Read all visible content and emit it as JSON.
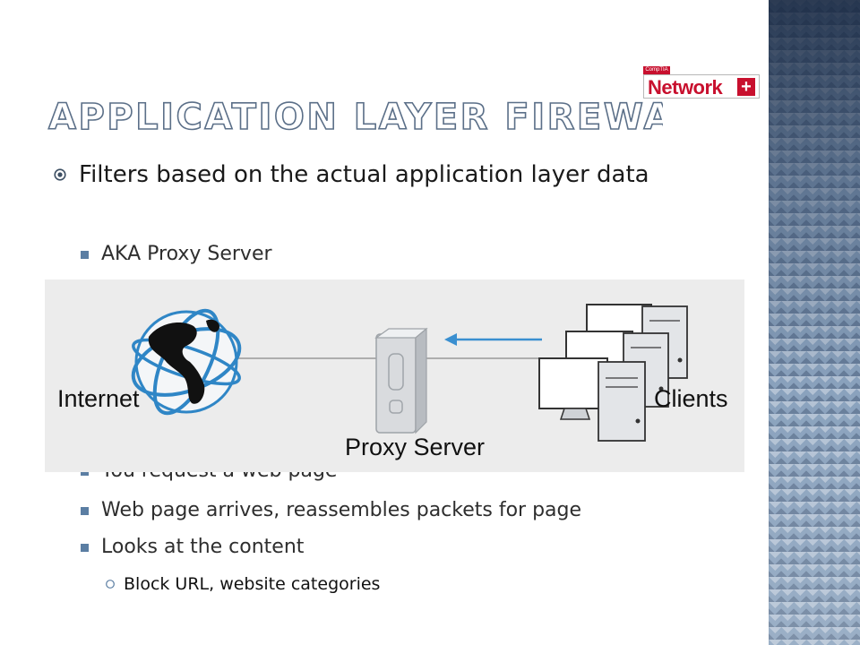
{
  "slide": {
    "title": "APPLICATION LAYER FIREWALL",
    "logo": {
      "tag": "CompTIA",
      "word": "Network",
      "plus": "+"
    },
    "bullets": [
      {
        "text": "Filters based on the actual application layer data",
        "sub": [
          {
            "text": "AKA Proxy Server"
          },
          {
            "text": "You request a web page"
          },
          {
            "text": "Web page arrives, reassembles packets for page"
          },
          {
            "text": "Looks at the content",
            "sub": [
              {
                "text": "Block URL, website categories"
              }
            ]
          }
        ]
      }
    ],
    "diagram": {
      "labels": {
        "internet": "Internet",
        "proxy": "Proxy Server",
        "clients": "Clients"
      }
    }
  },
  "colors": {
    "title_fill": "#ffffff",
    "title_stroke": "#5b6f88",
    "accent": "#5b7ea3",
    "globe_blue": "#2f86c6",
    "arrow_blue": "#3a8fd0"
  },
  "icons": {
    "level1_bullet": "circled-dot-icon",
    "level2_bullet": "square-icon",
    "level3_bullet": "hollow-circle-icon"
  }
}
